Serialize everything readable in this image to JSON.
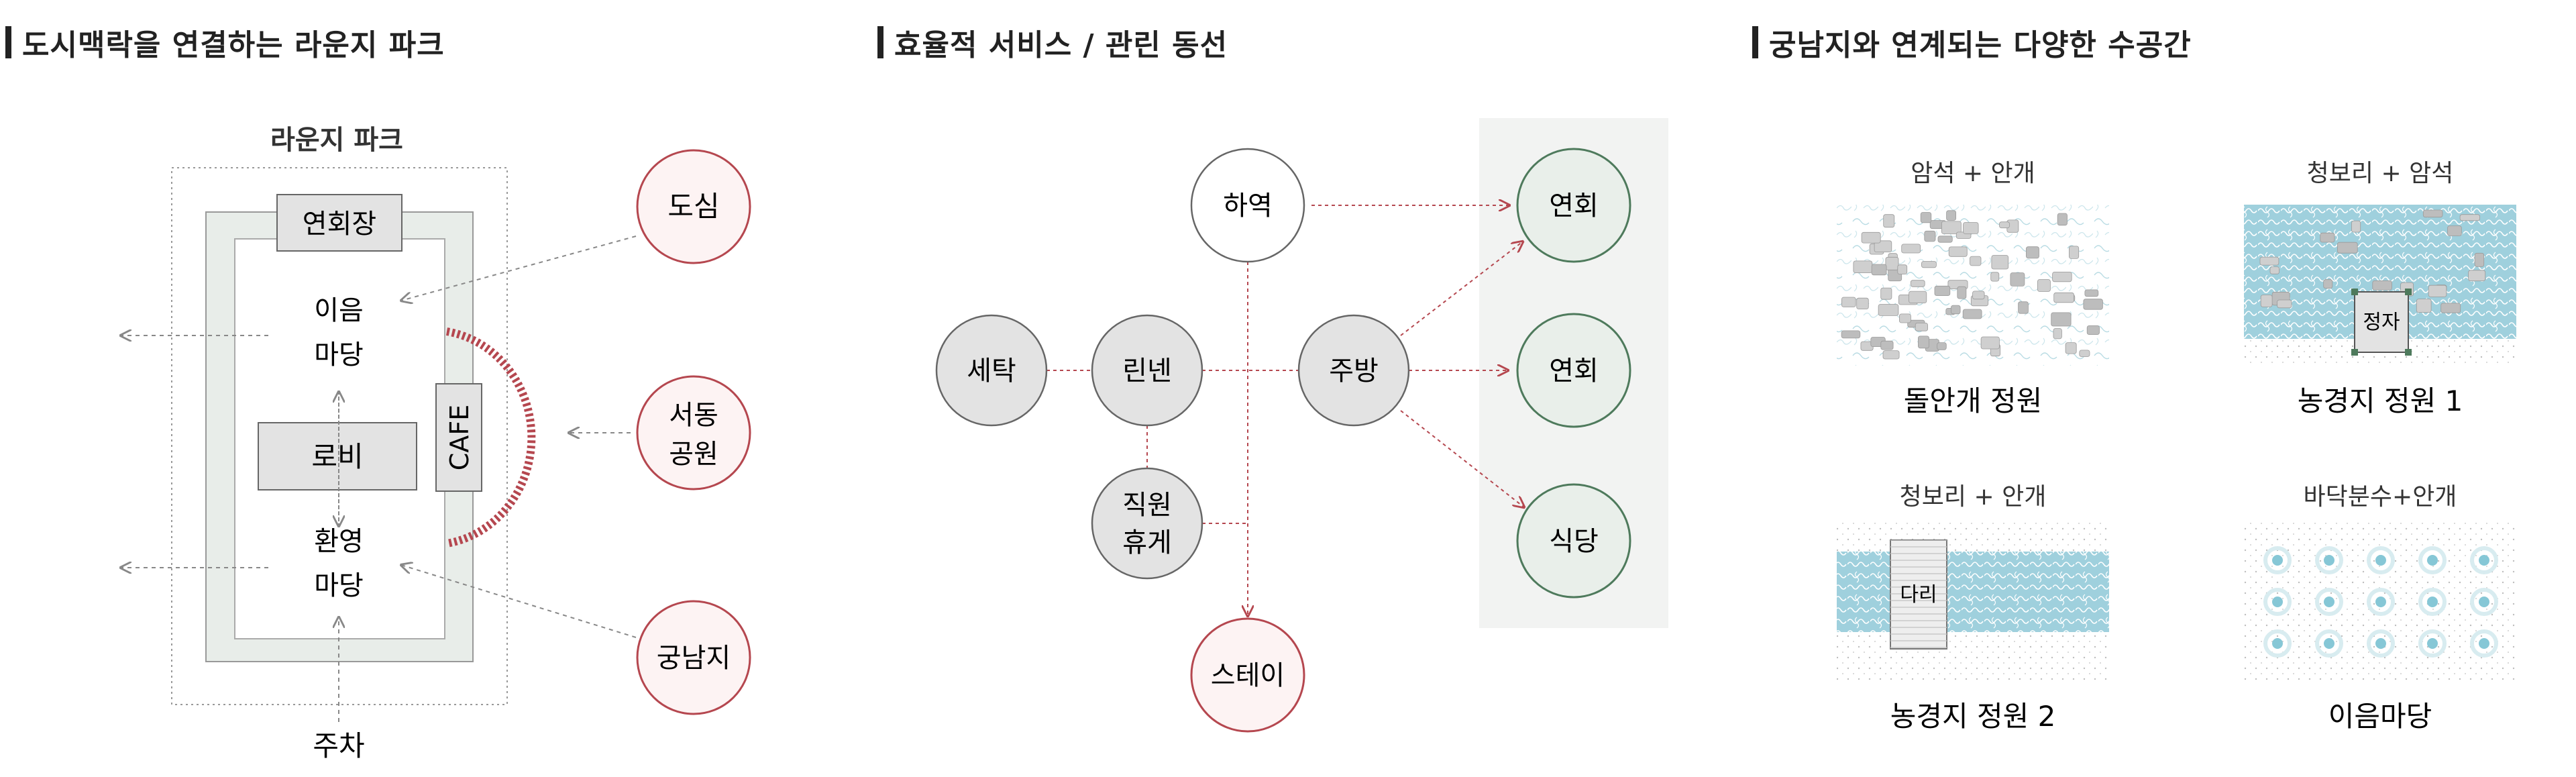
{
  "panels": {
    "lounge": {
      "title": "도시맥락을 연결하는 라운지 파크",
      "box_label": "라운지 파크",
      "rooms": {
        "hall": "연회장",
        "lobby": "로비",
        "cafe": "CAFE",
        "yard_top": [
          "이음",
          "마당"
        ],
        "yard_bottom": [
          "환영",
          "마당"
        ]
      },
      "context": {
        "downtown": "도심",
        "park": [
          "서동",
          "공원"
        ],
        "pond": "궁남지",
        "parking": "주차"
      }
    },
    "service": {
      "title": "효율적 서비스 / 관린 동선",
      "nodes": {
        "unloading": "하역",
        "laundry": "세탁",
        "linen": "린넨",
        "kitchen": "주방",
        "staff_rest": [
          "직원",
          "휴게"
        ],
        "stay": "스테이",
        "banquet_1": "연회",
        "banquet_2": "연회",
        "restaurant": "식당"
      }
    },
    "water": {
      "title": "궁남지와 연계되는 다양한 수공간",
      "gardens": [
        {
          "material": "암석 + 안개",
          "name": "돌안개 정원"
        },
        {
          "material": "청보리 + 암석",
          "name": "농경지 정원 1",
          "badge": "정자"
        },
        {
          "material": "청보리 + 안개",
          "name": "농경지 정원 2",
          "badge": "다리"
        },
        {
          "material": "바닥분수+안개",
          "name": "이음마당"
        }
      ]
    }
  },
  "colors": {
    "red": "#b5474f",
    "red_fill": "#fdf3f3",
    "green": "#4e7a5c",
    "green_fill": "#e9efea",
    "grey_fill": "#e3e3e3",
    "water": "#9fd0dd"
  }
}
